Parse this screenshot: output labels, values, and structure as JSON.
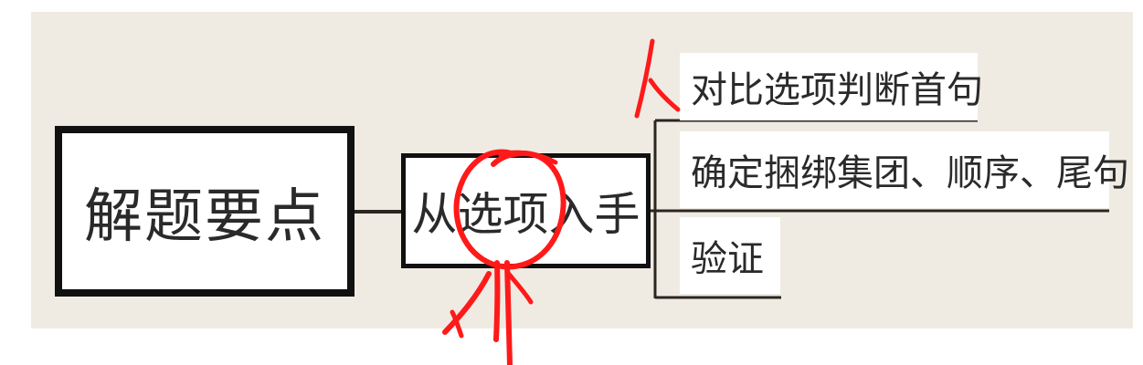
{
  "diagram": {
    "root": {
      "label": "解题要点"
    },
    "middle": {
      "label": "从选项入手"
    },
    "branches": [
      {
        "label": "对比选项判断首句"
      },
      {
        "label": "确定捆绑集团、顺序、尾句"
      },
      {
        "label": "验证"
      }
    ]
  },
  "colors": {
    "panel_background": "#efebe3",
    "border": "#111111",
    "connector": "#2b2620",
    "text": "#2a2a2a",
    "annotation": "#ff1a1a"
  }
}
